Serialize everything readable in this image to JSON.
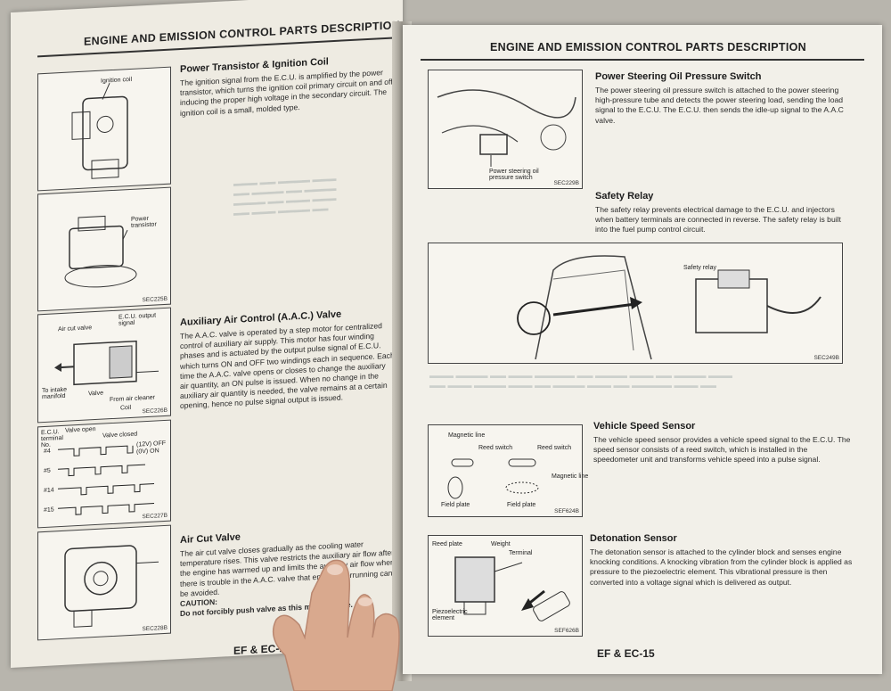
{
  "header": "ENGINE AND EMISSION CONTROL PARTS DESCRIPTION",
  "left": {
    "s1": {
      "title": "Power Transistor & Ignition Coil",
      "text": "The ignition signal from the E.C.U. is amplified by the power transistor, which turns the ignition coil primary circuit on and off, inducing the proper high voltage in the secondary circuit. The ignition coil is a small, molded type."
    },
    "fig1": {
      "label": "Ignition coil"
    },
    "fig2": {
      "label": "Power transistor",
      "code": "SEC225B"
    },
    "s2": {
      "title": "Auxiliary Air Control (A.A.C.) Valve",
      "text": "The A.A.C. valve is operated by a step motor for centralized control of auxiliary air supply. This motor has four winding phases and is actuated by the output pulse signal of E.C.U. which turns ON and OFF two windings each in sequence. Each time the A.A.C. valve opens or closes to change the auxiliary air quantity, an ON pulse is issued. When no change in the auxiliary air quantity is needed, the valve remains at a certain opening, hence no pulse signal output is issued."
    },
    "fig3": {
      "l1": "E.C.U. output signal",
      "l2": "Air cut valve",
      "l3": "To intake manifold",
      "l4": "Valve",
      "l5": "From air cleaner",
      "l6": "Coil",
      "code": "SEC226B"
    },
    "fig4": {
      "l1": "E.C.U. terminal No.",
      "l2": "Valve open",
      "l3": "Valve closed",
      "l4": "(12V) OFF",
      "l5": "(0V) ON",
      "rows": [
        "#4",
        "#5",
        "#14",
        "#15"
      ],
      "code": "SEC227B"
    },
    "s3": {
      "title": "Air Cut Valve",
      "text": "The air cut valve closes gradually as the cooling water temperature rises. This valve restricts the auxiliary air flow after the engine has warmed up and limits the auxiliary air flow when there is trouble in the A.A.C. valve that engine overrunning can be avoided.",
      "caution": "CAUTION:",
      "caution_text": "Do not forcibly push valve as this may damage."
    },
    "fig5": {
      "code": "SEC228B"
    },
    "footer": "EF & EC-14"
  },
  "right": {
    "fig1": {
      "label": "Power steering oil pressure switch",
      "code": "SEC229B"
    },
    "s1": {
      "title": "Power Steering Oil Pressure Switch",
      "text": "The power steering oil pressure switch is attached to the power steering high-pressure tube and detects the power steering load, sending the load signal to the E.C.U. The E.C.U. then sends the idle-up signal to the A.A.C valve."
    },
    "s2": {
      "title": "Safety Relay",
      "text": "The safety relay prevents electrical damage to the E.C.U. and injectors when battery terminals are connected in reverse. The safety relay is built into the fuel pump control circuit."
    },
    "fig2": {
      "label": "Safety relay",
      "code": "SEC249B"
    },
    "s3": {
      "title": "Vehicle Speed Sensor",
      "text": "The vehicle speed sensor provides a vehicle speed signal to the E.C.U. The speed sensor consists of a reed switch, which is installed in the speedometer unit and transforms vehicle speed into a pulse signal."
    },
    "fig3": {
      "l1": "Magnetic line",
      "l2": "Reed switch",
      "l3": "Reed switch",
      "l4": "Magnetic line",
      "l5": "Field plate",
      "l6": "Field plate",
      "code": "SEF624B"
    },
    "s4": {
      "title": "Detonation Sensor",
      "text": "The detonation sensor is attached to the cylinder block and senses engine knocking conditions. A knocking vibration from the cylinder block is applied as pressure to the piezoelectric element. This vibrational pressure is then converted into a voltage signal which is delivered as output."
    },
    "fig4": {
      "l1": "Reed plate",
      "l2": "Weight",
      "l3": "Terminal",
      "l4": "Piezoelectric element",
      "code": "SEF626B"
    },
    "footer": "EF & EC-15"
  }
}
